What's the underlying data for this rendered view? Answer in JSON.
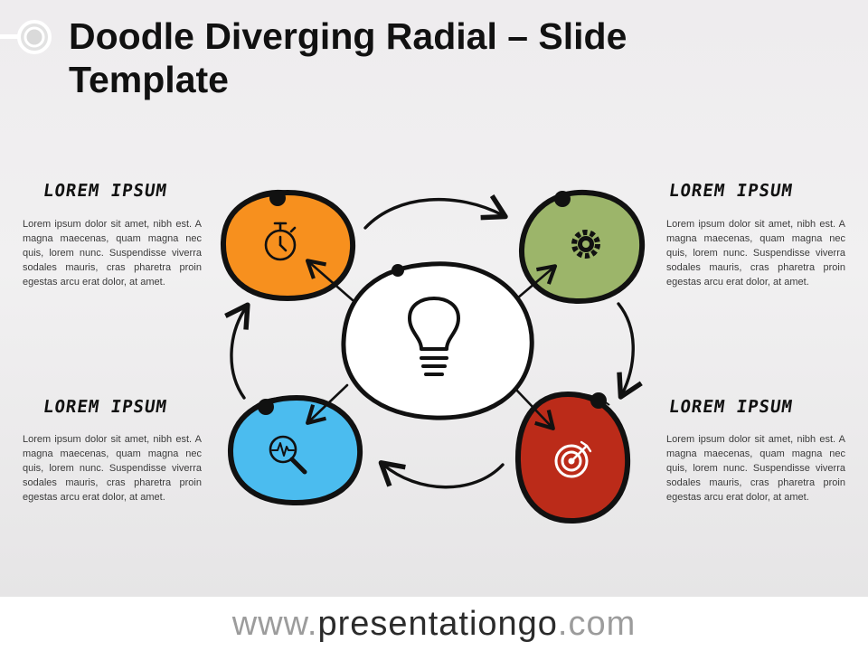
{
  "slide": {
    "title": "Doodle Diverging Radial – Slide Template"
  },
  "colors": {
    "orange": "#f7901e",
    "green": "#9cb56a",
    "blue": "#4bbcef",
    "red": "#bb2b19",
    "ink": "#111111"
  },
  "items": [
    {
      "heading": "LOREM IPSUM",
      "body": "Lorem ipsum dolor sit amet, nibh est. A magna maecenas, quam magna nec quis, lorem nunc. Suspendisse viverra sodales mauris, cras pharetra proin egestas arcu erat dolor, at amet.",
      "icon": "stopwatch-icon",
      "color": "#f7901e"
    },
    {
      "heading": "LOREM IPSUM",
      "body": "Lorem ipsum dolor sit amet, nibh est. A magna maecenas, quam magna nec quis, lorem nunc. Suspendisse viverra sodales mauris, cras pharetra proin egestas arcu erat dolor, at amet.",
      "icon": "gear-icon",
      "color": "#9cb56a"
    },
    {
      "heading": "LOREM IPSUM",
      "body": "Lorem ipsum dolor sit amet, nibh est. A magna maecenas, quam magna nec quis, lorem nunc. Suspendisse viverra sodales mauris, cras pharetra proin egestas arcu erat dolor, at amet.",
      "icon": "magnifier-pulse-icon",
      "color": "#4bbcef"
    },
    {
      "heading": "LOREM IPSUM",
      "body": "Lorem ipsum dolor sit amet, nibh est. A magna maecenas, quam magna nec quis, lorem nunc. Suspendisse viverra sodales mauris, cras pharetra proin egestas arcu erat dolor, at amet.",
      "icon": "target-icon",
      "color": "#bb2b19"
    }
  ],
  "center": {
    "icon": "lightbulb-icon"
  },
  "footer": {
    "prefix": "www.",
    "domain": "presentationgo",
    "suffix": ".com"
  }
}
